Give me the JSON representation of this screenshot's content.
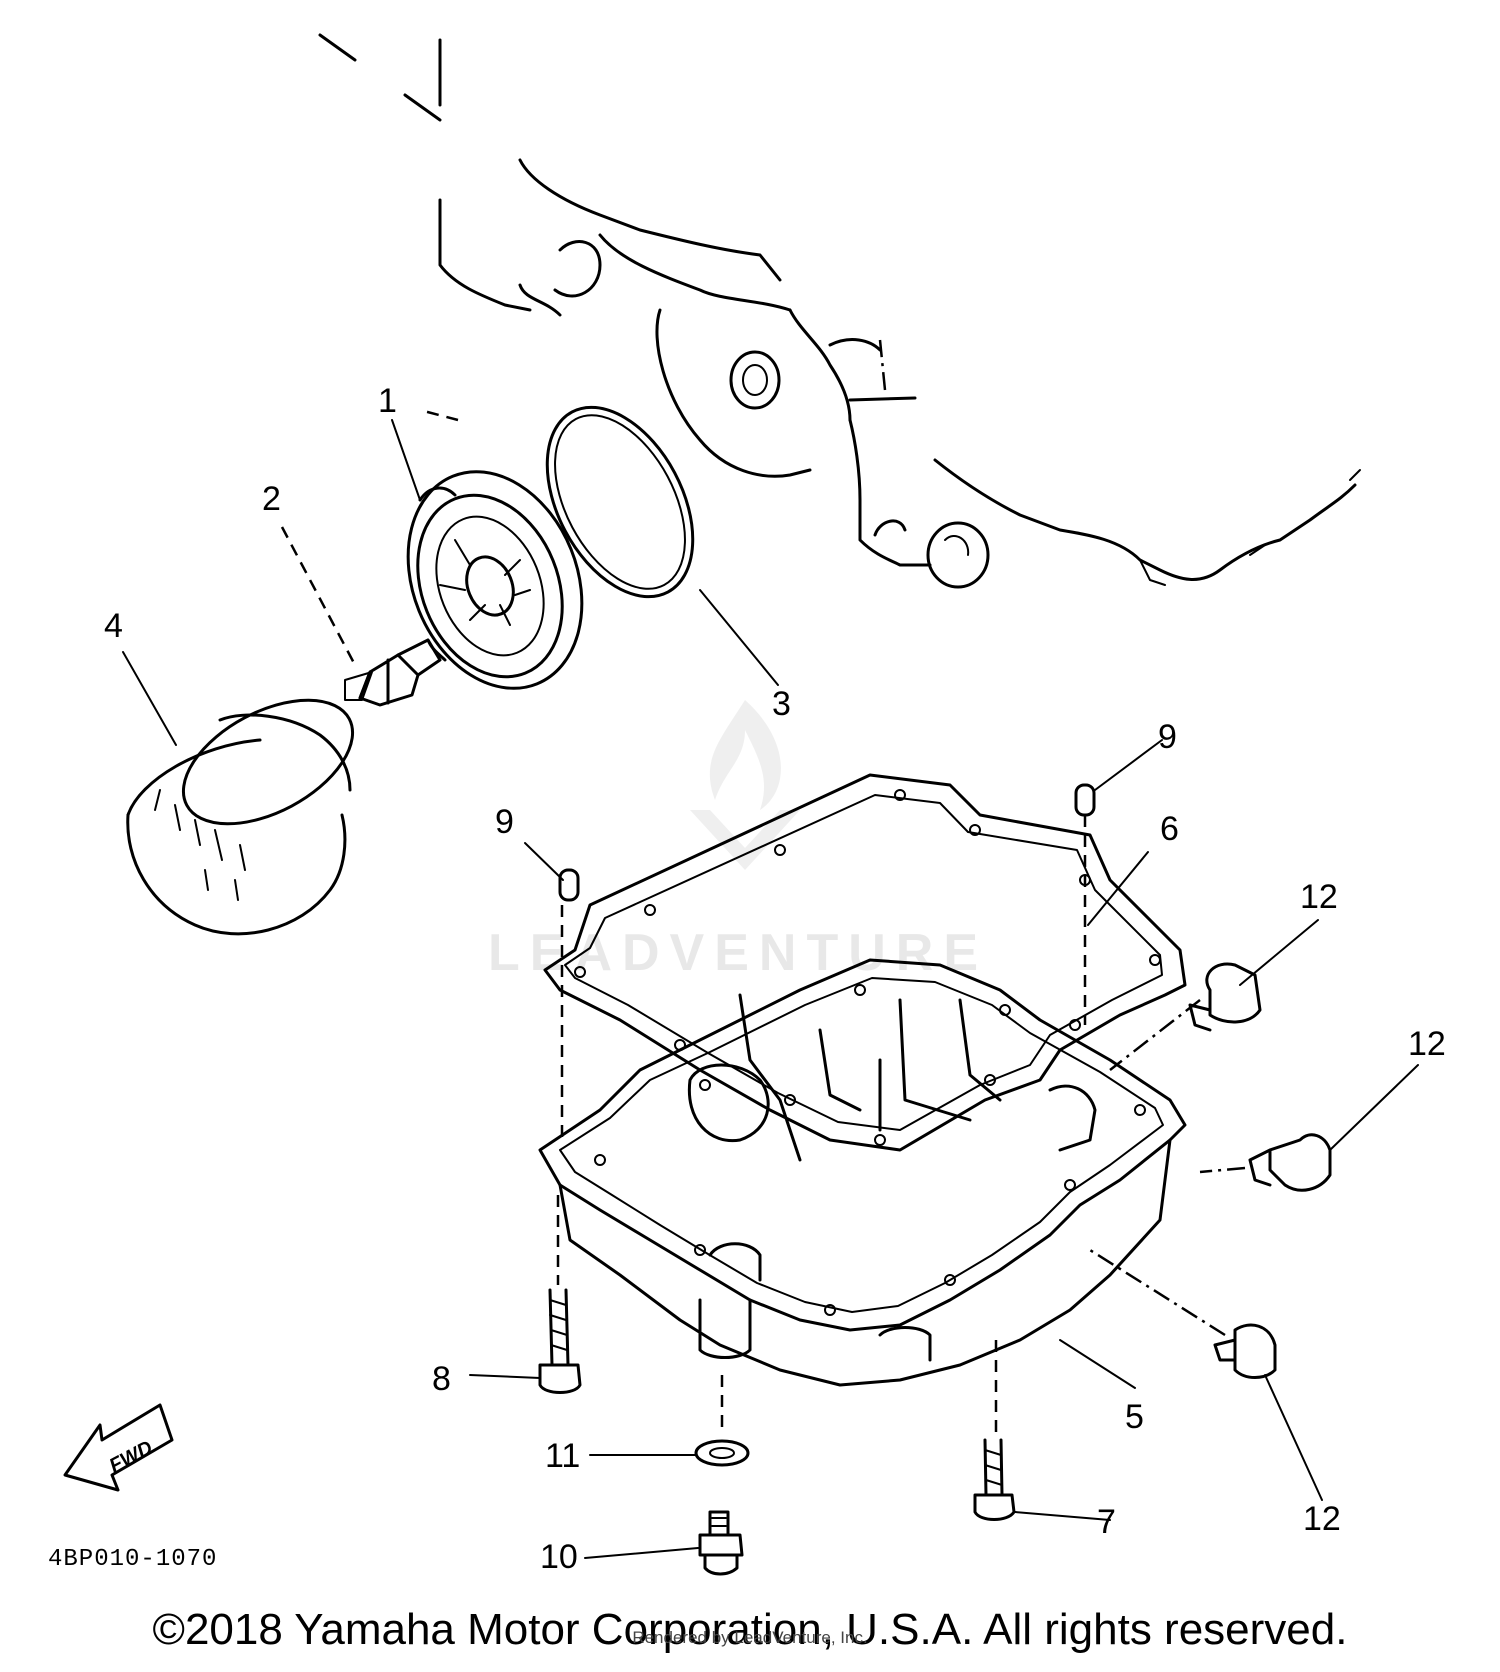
{
  "callouts": [
    {
      "id": "1",
      "label": "1"
    },
    {
      "id": "2",
      "label": "2"
    },
    {
      "id": "3",
      "label": "3"
    },
    {
      "id": "4",
      "label": "4"
    },
    {
      "id": "5",
      "label": "5"
    },
    {
      "id": "6",
      "label": "6"
    },
    {
      "id": "7",
      "label": "7"
    },
    {
      "id": "8",
      "label": "8"
    },
    {
      "id": "9a",
      "label": "9"
    },
    {
      "id": "9b",
      "label": "9"
    },
    {
      "id": "10",
      "label": "10"
    },
    {
      "id": "11",
      "label": "11"
    },
    {
      "id": "12a",
      "label": "12"
    },
    {
      "id": "12b",
      "label": "12"
    },
    {
      "id": "12c",
      "label": "12"
    }
  ],
  "fwd_label": "FWD",
  "diagram_code": "4BP010-1070",
  "watermark": "LEADVENTURE",
  "copyright": "©2018 Yamaha Motor Corporation, U.S.A. All rights reserved.",
  "rendered_by": "Rendered by LeadVenture, Inc."
}
